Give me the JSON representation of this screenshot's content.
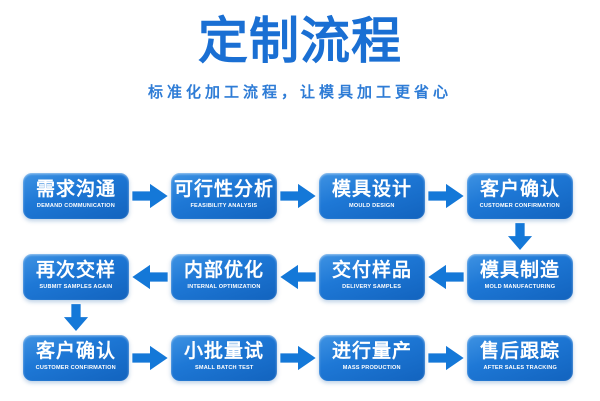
{
  "header": {
    "title": "定制流程",
    "subtitle": "标准化加工流程，让模具加工更省心"
  },
  "colors": {
    "title_text": "#1a6fd3",
    "subtitle_text": "#2e7cd6",
    "box_gradient_top": "#3f93e3",
    "box_gradient_bottom": "#1263be",
    "box_text": "#ffffff",
    "arrow": "#1478d8",
    "background": "#ffffff"
  },
  "icons": {
    "right": "arrow-right-icon",
    "left": "arrow-left-icon",
    "down": "arrow-down-icon"
  },
  "flow": {
    "rows": [
      {
        "direction": "right",
        "steps": [
          {
            "zh": "需求沟通",
            "en": "DEMAND COMMUNICATION"
          },
          {
            "zh": "可行性分析",
            "en": "FEASIBILITY ANALYSIS"
          },
          {
            "zh": "模具设计",
            "en": "MOULD DESIGN"
          },
          {
            "zh": "客户确认",
            "en": "CUSTOMER CONFIRMATION"
          }
        ]
      },
      {
        "direction": "left",
        "steps": [
          {
            "zh": "再次交样",
            "en": "SUBMIT SAMPLES AGAIN"
          },
          {
            "zh": "内部优化",
            "en": "INTERNAL OPTIMIZATION"
          },
          {
            "zh": "交付样品",
            "en": "DELIVERY SAMPLES"
          },
          {
            "zh": "模具制造",
            "en": "MOLD MANUFACTURING"
          }
        ]
      },
      {
        "direction": "right",
        "steps": [
          {
            "zh": "客户确认",
            "en": "CUSTOMER CONFIRMATION"
          },
          {
            "zh": "小批量试",
            "en": "SMALL BATCH TEST"
          },
          {
            "zh": "进行量产",
            "en": "MASS PRODUCTION"
          },
          {
            "zh": "售后跟踪",
            "en": "AFTER SALES TRACKING"
          }
        ]
      }
    ]
  }
}
